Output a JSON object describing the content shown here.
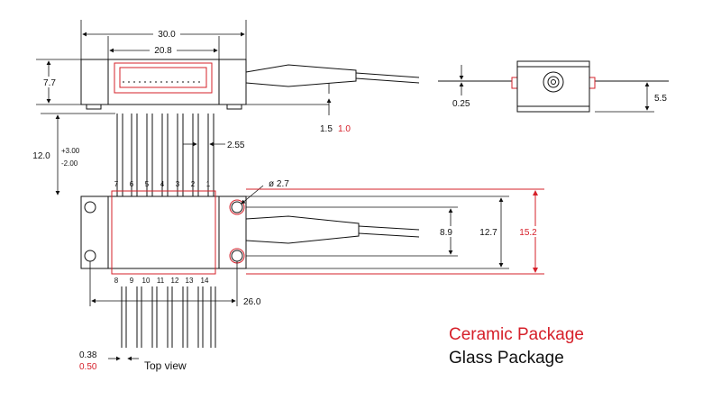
{
  "dimensions": {
    "width_total": "30.0",
    "width_inner": "20.8",
    "height_side": "7.7",
    "lead_length": "12.0",
    "tol_plus": "+3.00",
    "tol_minus": "-2.00",
    "fiber_offset": "1.5",
    "fiber_offset_red": "1.0",
    "pin_pitch": "2.55",
    "hole_dia": "ø 2.7",
    "fiber_height": "8.9",
    "mount_height": "12.7",
    "mount_height_red": "15.2",
    "mount_width": "26.0",
    "lead_width": "0.38",
    "lead_width_red": "0.50",
    "front_offset": "0.25",
    "front_height": "5.5"
  },
  "pins_top": [
    "7",
    "6",
    "5",
    "4",
    "3",
    "2",
    "1"
  ],
  "pins_bottom": [
    "8",
    "9",
    "10",
    "11",
    "12",
    "13",
    "14"
  ],
  "view_label": "Top view",
  "legend": {
    "ceramic": "Ceramic Package",
    "glass": "Glass Package",
    "ceramic_color": "#d6202a",
    "glass_color": "#111111"
  }
}
